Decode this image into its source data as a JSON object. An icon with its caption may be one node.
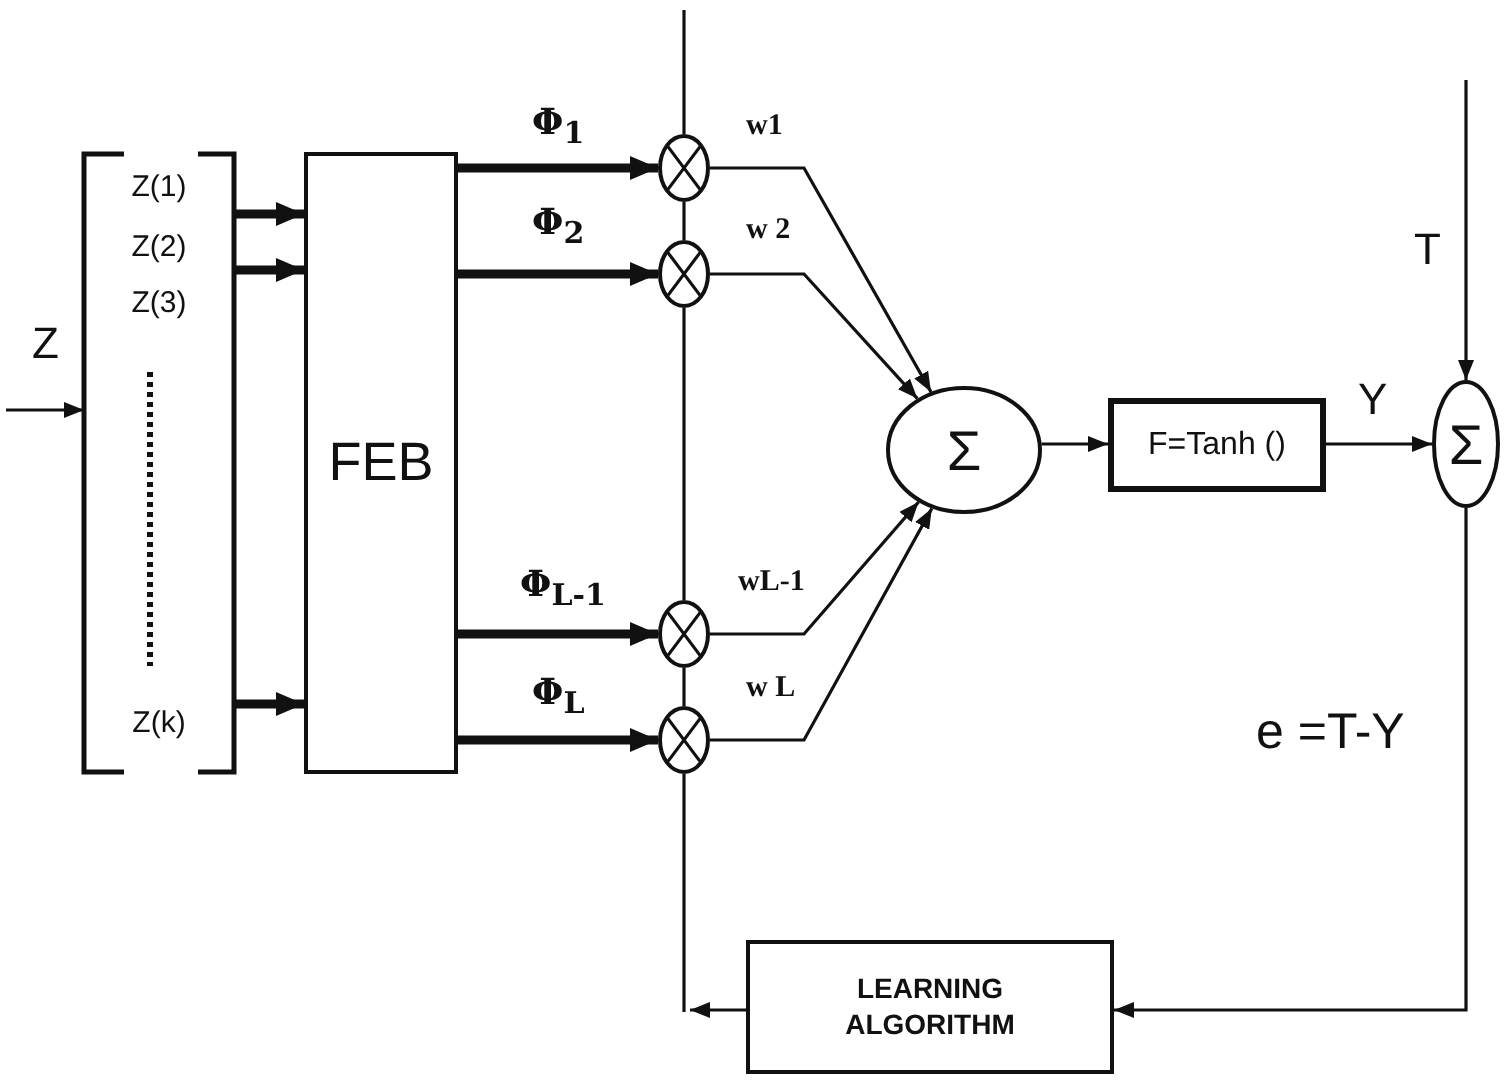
{
  "diagram": {
    "nodes": [
      {
        "text": [
          "Z(1)",
          "Z(2)",
          "Z(3)",
          "Z(k)"
        ]
      },
      {
        "text": [
          "FEB"
        ]
      },
      {
        "text": [],
        "shape": "circle"
      },
      {
        "text": [],
        "shape": "circle"
      },
      {
        "text": [],
        "shape": "circle"
      },
      {
        "text": [],
        "shape": "circle"
      },
      {
        "text": [
          "Σ"
        ]
      },
      {
        "text": [
          "F=Tanh ()"
        ]
      },
      {
        "text": [
          "Σ"
        ]
      },
      {
        "text": [
          "LEARNING ALGORITHM"
        ]
      }
    ],
    "edges": [
      {
        "from": null,
        "to": 0,
        "arrow": "to",
        "label": "Z"
      },
      {
        "from": 0,
        "to": 1,
        "arrow": "to",
        "style": "thick"
      },
      {
        "from": 0,
        "to": 1,
        "arrow": "to",
        "style": "thick"
      },
      {
        "from": 0,
        "to": 1,
        "arrow": "to",
        "style": "thick"
      },
      {
        "from": 1,
        "to": 2,
        "arrow": "to",
        "style": "thick",
        "label": "Φ$_{1}$"
      },
      {
        "from": 1,
        "to": 3,
        "arrow": "to",
        "style": "thick",
        "label": "Φ$_{2}$"
      },
      {
        "from": 1,
        "to": 4,
        "arrow": "to",
        "style": "thick",
        "label": "Φ$_{L-1}$"
      },
      {
        "from": 1,
        "to": 5,
        "arrow": "to",
        "style": "thick",
        "label": "Φ$_{L}$"
      },
      {
        "from": null,
        "to": 2,
        "arrow": "none"
      },
      {
        "from": 2,
        "to": 3,
        "arrow": "none"
      },
      {
        "from": 3,
        "to": 4,
        "arrow": "none"
      },
      {
        "from": 4,
        "to": 5,
        "arrow": "none"
      },
      {
        "from": 2,
        "to": 6,
        "arrow": "to",
        "label": "w1"
      },
      {
        "from": 3,
        "to": 6,
        "arrow": "to",
        "label": "w 2"
      },
      {
        "from": 4,
        "to": 6,
        "arrow": "to",
        "label": "wL-1"
      },
      {
        "from": 5,
        "to": 6,
        "arrow": "to",
        "label": "w L"
      },
      {
        "from": 6,
        "to": 7,
        "arrow": "to"
      },
      {
        "from": 7,
        "to": 8,
        "arrow": "to",
        "label": "Y"
      },
      {
        "from": null,
        "to": 8,
        "arrow": "to",
        "label": "T"
      },
      {
        "from": 8,
        "to": 9,
        "arrow": "to"
      },
      {
        "from": 9,
        "to": null,
        "arrow": "to"
      },
      {
        "from": 5,
        "to": null,
        "arrow": "none"
      }
    ],
    "labels": [
      "e =T-Y"
    ]
  }
}
